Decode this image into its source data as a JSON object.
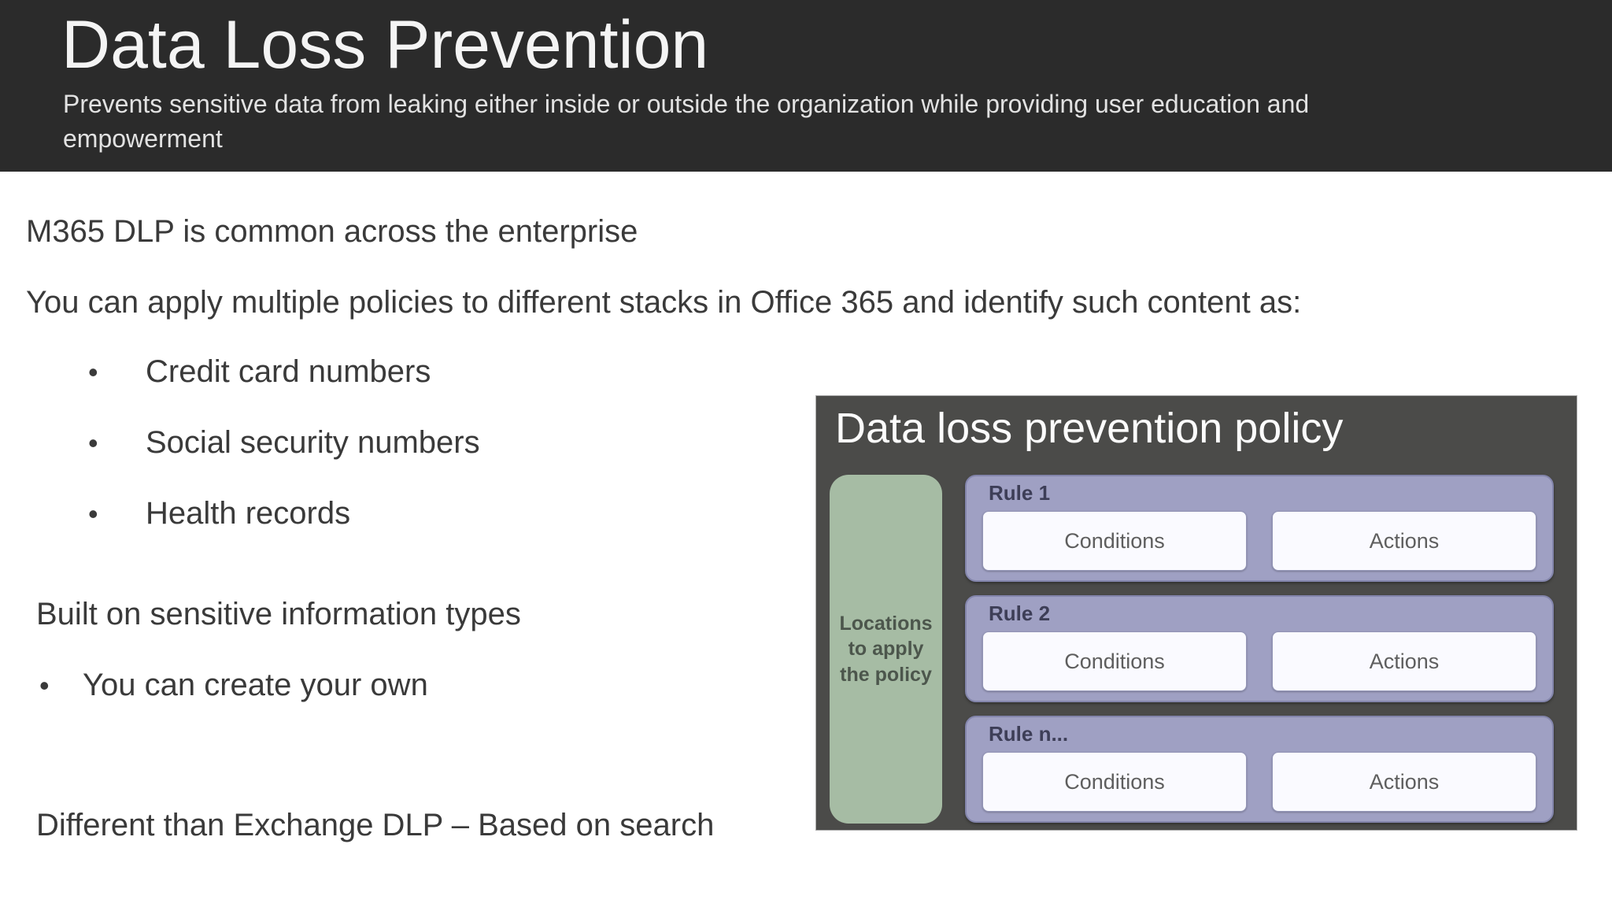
{
  "header": {
    "title": "Data Loss Prevention",
    "subtitle": "Prevents sensitive data from leaking either inside or outside the organization while providing user education and empowerment"
  },
  "body": {
    "bullet_glyph": "•",
    "para1": "M365 DLP is common across the enterprise",
    "para2": "You can apply multiple policies to different stacks in Office 365 and identify such content as:",
    "content_bullets": [
      "Credit card numbers",
      "Social security numbers",
      "Health records"
    ],
    "para3": "Built on sensitive information types",
    "own_bullet": "You can create your own",
    "para4": "Different than Exchange DLP – Based on search"
  },
  "diagram": {
    "title": "Data loss prevention policy",
    "locations_label": "Locations to apply the policy",
    "rules": [
      {
        "name": "Rule 1",
        "conditions": "Conditions",
        "actions": "Actions"
      },
      {
        "name": "Rule 2",
        "conditions": "Conditions",
        "actions": "Actions"
      },
      {
        "name": "Rule n...",
        "conditions": "Conditions",
        "actions": "Actions"
      }
    ],
    "colors": {
      "header_background": "#2b2b2b",
      "diagram_background": "#4b4b49",
      "locations_green": "#a6bca4",
      "rule_purple": "#9fa0c3",
      "inner_box_white": "#fafaff",
      "body_text": "#3a3a3a"
    }
  }
}
